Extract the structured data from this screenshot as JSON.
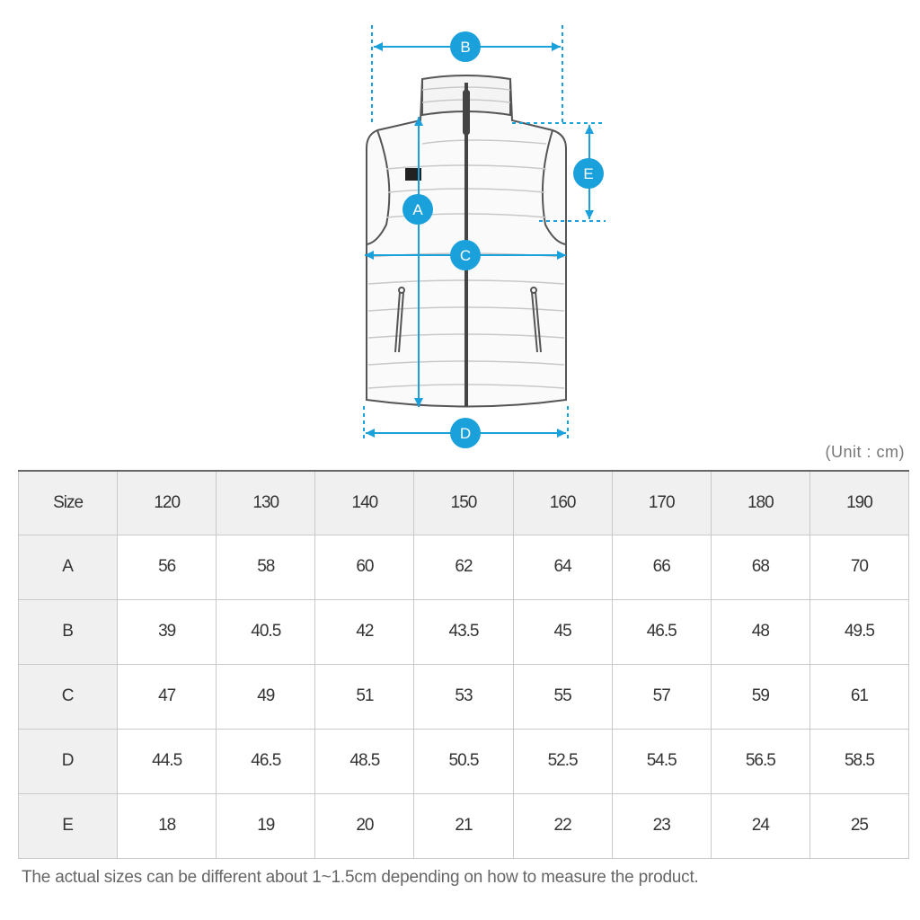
{
  "diagram": {
    "markers": [
      "B",
      "E",
      "A",
      "C",
      "D"
    ],
    "accent_color": "#1aa0db"
  },
  "unit_note": "(Unit : cm)",
  "table": {
    "corner_label": "Size",
    "sizes": [
      "120",
      "130",
      "140",
      "150",
      "160",
      "170",
      "180",
      "190"
    ],
    "rows": [
      {
        "label": "A",
        "values": [
          "56",
          "58",
          "60",
          "62",
          "64",
          "66",
          "68",
          "70"
        ]
      },
      {
        "label": "B",
        "values": [
          "39",
          "40.5",
          "42",
          "43.5",
          "45",
          "46.5",
          "48",
          "49.5"
        ]
      },
      {
        "label": "C",
        "values": [
          "47",
          "49",
          "51",
          "53",
          "55",
          "57",
          "59",
          "61"
        ]
      },
      {
        "label": "D",
        "values": [
          "44.5",
          "46.5",
          "48.5",
          "50.5",
          "52.5",
          "54.5",
          "56.5",
          "58.5"
        ]
      },
      {
        "label": "E",
        "values": [
          "18",
          "19",
          "20",
          "21",
          "22",
          "23",
          "24",
          "25"
        ]
      }
    ]
  },
  "footnote": "The actual sizes can be different about 1~1.5cm depending on how to measure the product."
}
